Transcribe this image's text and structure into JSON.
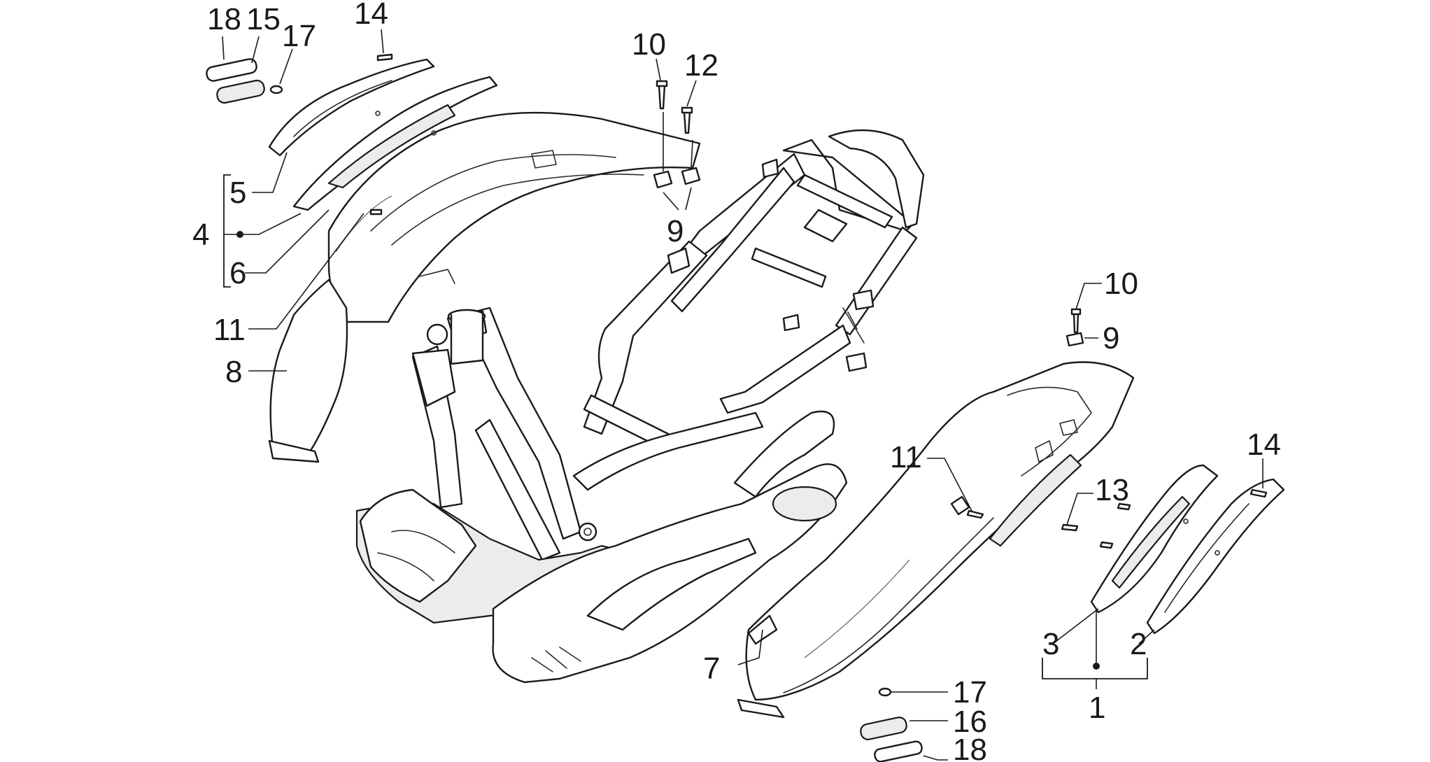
{
  "callouts": {
    "c18_top": "18",
    "c15_top": "15",
    "c17_top": "17",
    "c14_top": "14",
    "c10_top": "10",
    "c12": "12",
    "c9_top": "9",
    "c5": "5",
    "c4": "4",
    "c6": "6",
    "c11_left": "11",
    "c8": "8",
    "c10_right": "10",
    "c9_right": "9",
    "c11_right": "11",
    "c13": "13",
    "c14_right": "14",
    "c7": "7",
    "c3": "3",
    "c2": "2",
    "c1": "1",
    "c17_bottom": "17",
    "c16": "16",
    "c18_bottom": "18"
  }
}
